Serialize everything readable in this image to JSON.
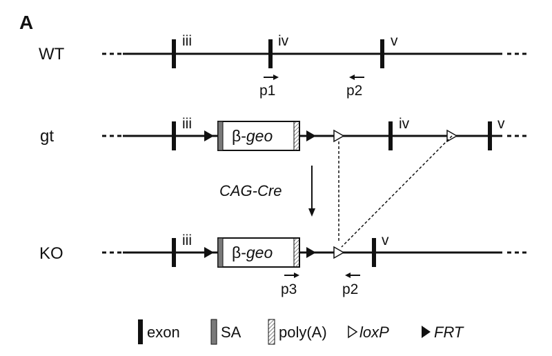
{
  "panel_label": "A",
  "rows": [
    {
      "label": "WT",
      "exons": [
        "iii",
        "iv",
        "v"
      ]
    },
    {
      "label": "gt",
      "exons": [
        "iii",
        "iv",
        "v"
      ],
      "cassette": {
        "beta": "β-",
        "geo": "geo"
      }
    },
    {
      "label": "KO",
      "exons": [
        "iii",
        "v"
      ],
      "cassette": {
        "beta": "β-",
        "geo": "geo"
      }
    }
  ],
  "primers": [
    {
      "row": "WT",
      "name": "p1",
      "direction": "forward"
    },
    {
      "row": "WT",
      "name": "p2",
      "direction": "reverse"
    },
    {
      "row": "KO",
      "name": "p3",
      "direction": "forward"
    },
    {
      "row": "KO",
      "name": "p2",
      "direction": "reverse"
    }
  ],
  "recombination": {
    "label": "CAG-Cre"
  },
  "legend": {
    "exon": "exon",
    "sa": "SA",
    "polya": "poly(A)",
    "loxp": "loxP",
    "frt": "FRT"
  },
  "colors": {
    "line": "#111111",
    "sa_block": "#7a7a7a",
    "polya_hatch": "#555555",
    "background": "#ffffff"
  }
}
